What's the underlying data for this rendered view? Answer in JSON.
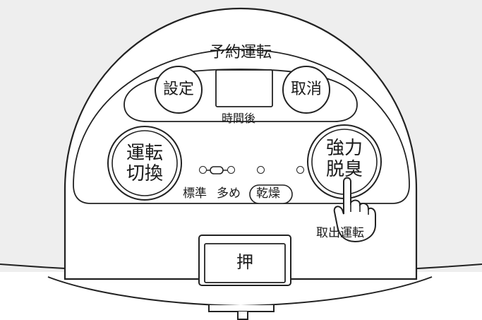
{
  "reservation": {
    "title": "予約運転",
    "hours_after": "時間後",
    "display_value": ""
  },
  "buttons": {
    "set": "設定",
    "cancel": "取消",
    "mode_line1": "運転",
    "mode_line2": "切換",
    "deodorize_line1": "強力",
    "deodorize_line2": "脱臭",
    "push": "押"
  },
  "modes": {
    "standard": "標準",
    "many": "多め",
    "dry": "乾燥"
  },
  "takeout_label": "取出運転",
  "icons": {
    "pointer": "pointing-hand-icon"
  },
  "colors": {
    "background": "#eeeeee",
    "panel": "#ffffff",
    "line": "#1a1a1a"
  }
}
